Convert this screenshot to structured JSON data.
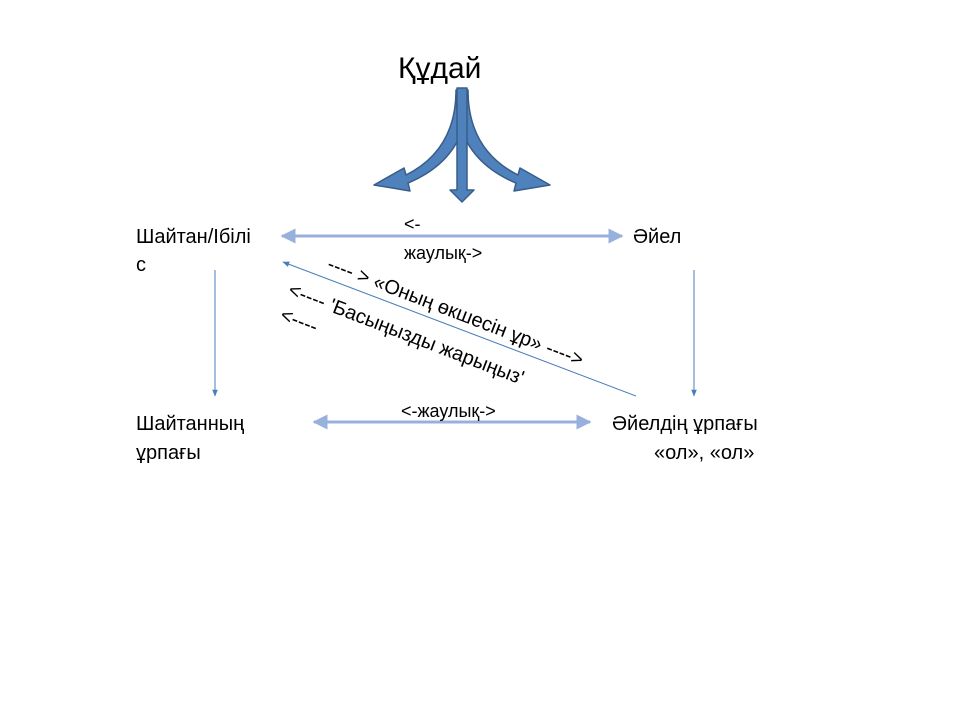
{
  "labels": {
    "god": "Құдай",
    "satan_line1": "Шайтан/Ібілі",
    "satan_line2": "с",
    "woman": "Әйел",
    "enmity_top_line1": "<-",
    "enmity_top_line2": "жаулық->",
    "satan_seed_line1": "Шайтанның",
    "satan_seed_line2": "ұрпағы",
    "woman_seed_line1": "Әйелдің ұрпағы",
    "woman_seed_line2": "«ол», «ол»",
    "enmity_bottom": "<-жаулық->",
    "bruise_heel": "---- > «Оның өкшесін ұр» ---->",
    "bruise_head": "<---- 'Басыңызды жарыңыз'",
    "bruise_head_tail": "<----"
  },
  "colors": {
    "arrow_light": "#98b1dc",
    "arrow_thin": "#4a7ebb",
    "god_arrow_fill": "#4f81bd",
    "god_arrow_stroke": "#385d8a"
  }
}
